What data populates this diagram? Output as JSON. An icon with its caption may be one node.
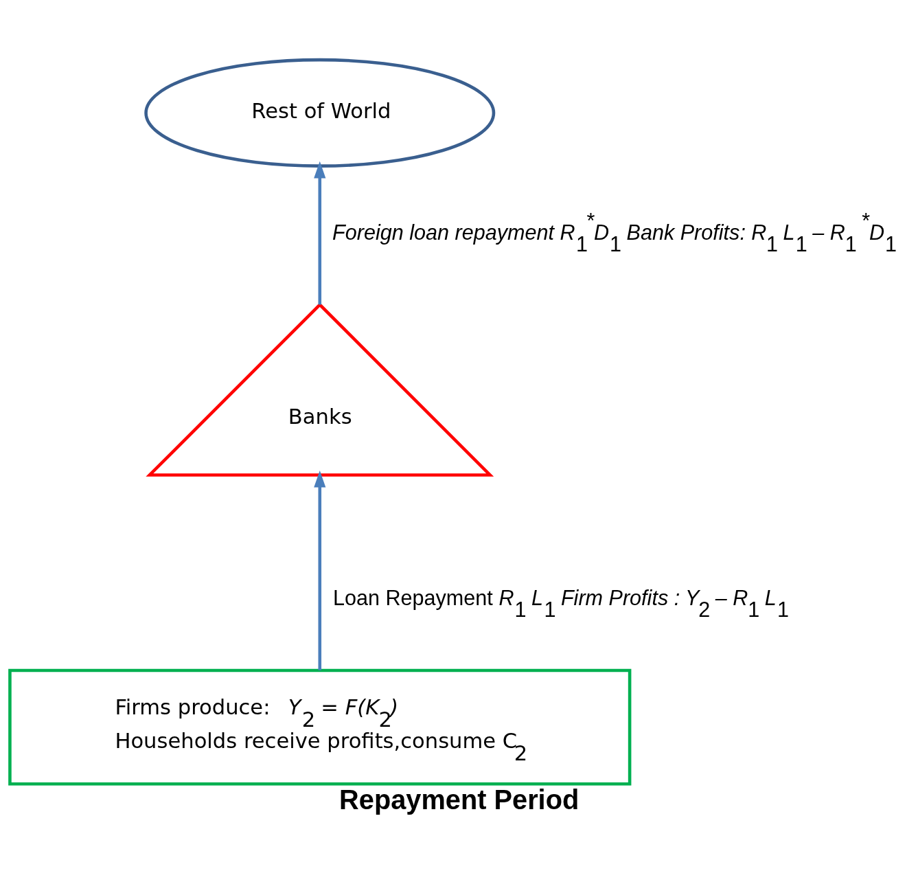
{
  "diagram": {
    "caption": "Repayment Period",
    "nodes": [
      {
        "text": [
          "Rest of World"
        ]
      },
      {
        "text": [
          "Banks"
        ]
      },
      {
        "text": [
          "Firms produce:   *Y*$_{2}$ *= F(K*$_{2}$*)*",
          "Households receive profits,consume C$_{2}$"
        ]
      }
    ],
    "edges": [
      {
        "from": 1,
        "to": 0,
        "arrow": "to",
        "label": "*Foreign loan repayment R*$_{1}$$^{*}$*D*$_{1}$ *Bank Profits: R*$_{1}$ *L*$_{1}$ *– R*$_{1}$ $^{*}$*D*$_{1}$"
      },
      {
        "from": 2,
        "to": 1,
        "arrow": "to",
        "label": "Loan Repayment *R*$_{1}$ *L*$_{1}$ *Firm Profits : Y*$_{2}$ *– R*$_{1}$ *L*$_{1}$"
      }
    ]
  }
}
